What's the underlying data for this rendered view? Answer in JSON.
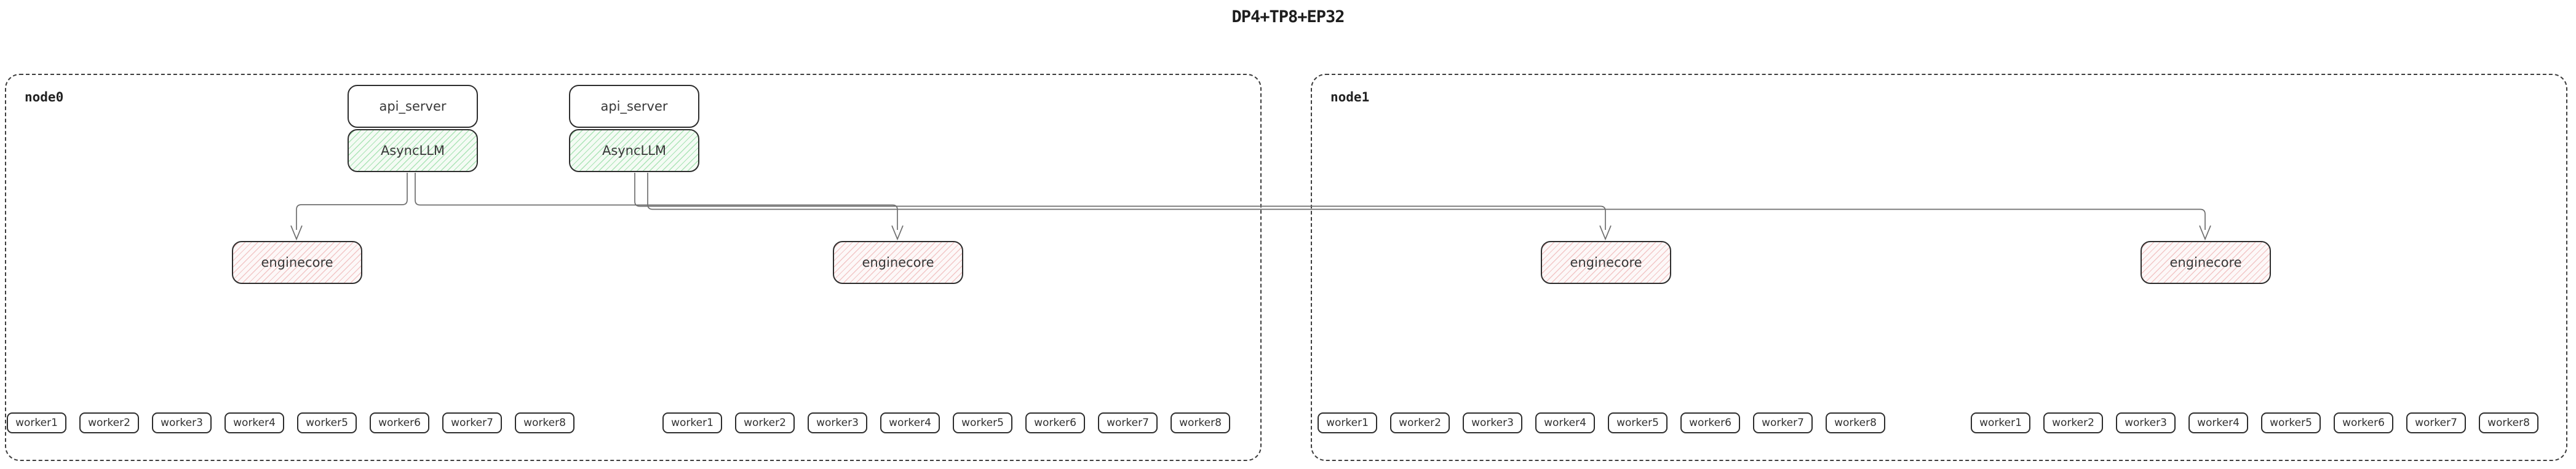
{
  "title": "DP4+TP8+EP32",
  "nodes": [
    {
      "label": "node0",
      "stacks": [
        {
          "top": "api_server",
          "bottom": "AsyncLLM"
        },
        {
          "top": "api_server",
          "bottom": "AsyncLLM"
        }
      ],
      "enginecores": [
        "enginecore",
        "enginecore"
      ],
      "worker_groups": [
        [
          "worker1",
          "worker2",
          "worker3",
          "worker4",
          "worker5",
          "worker6",
          "worker7",
          "worker8"
        ],
        [
          "worker1",
          "worker2",
          "worker3",
          "worker4",
          "worker5",
          "worker6",
          "worker7",
          "worker8"
        ]
      ]
    },
    {
      "label": "node1",
      "stacks": [],
      "enginecores": [
        "enginecore",
        "enginecore"
      ],
      "worker_groups": [
        [
          "worker1",
          "worker2",
          "worker3",
          "worker4",
          "worker5",
          "worker6",
          "worker7",
          "worker8"
        ],
        [
          "worker1",
          "worker2",
          "worker3",
          "worker4",
          "worker5",
          "worker6",
          "worker7",
          "worker8"
        ]
      ]
    }
  ],
  "edges": [
    {
      "from": "node0 AsyncLLM #1",
      "to": "node0 enginecore #1"
    },
    {
      "from": "node0 AsyncLLM #1",
      "to": "node0 enginecore #2"
    },
    {
      "from": "node0 AsyncLLM #2",
      "to": "node1 enginecore #1"
    },
    {
      "from": "node0 AsyncLLM #2",
      "to": "node1 enginecore #2"
    }
  ],
  "colors": {
    "background": "#ffffff",
    "box_border": "#2d2d2d",
    "node_dashed_border": "#3d3d3d",
    "connector_line": "#6f6f6f",
    "asyncllm_fill": "#f4fbf4",
    "asyncllm_hatch": "#abe4b6",
    "enginecore_fill": "#fdf8f8",
    "enginecore_hatch": "#f2c6c6",
    "text": "#222222"
  }
}
